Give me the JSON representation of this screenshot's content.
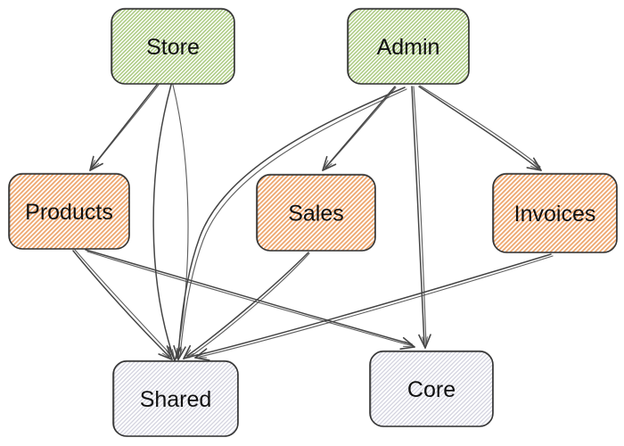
{
  "diagram": {
    "type": "dependency-graph",
    "nodes": [
      {
        "id": "store",
        "label": "Store",
        "group": "feature"
      },
      {
        "id": "admin",
        "label": "Admin",
        "group": "feature"
      },
      {
        "id": "products",
        "label": "Products",
        "group": "domain"
      },
      {
        "id": "sales",
        "label": "Sales",
        "group": "domain"
      },
      {
        "id": "invoices",
        "label": "Invoices",
        "group": "domain"
      },
      {
        "id": "shared",
        "label": "Shared",
        "group": "lib"
      },
      {
        "id": "core",
        "label": "Core",
        "group": "lib"
      }
    ],
    "edges": [
      {
        "from": "store",
        "to": "products"
      },
      {
        "from": "store",
        "to": "shared"
      },
      {
        "from": "admin",
        "to": "sales"
      },
      {
        "from": "admin",
        "to": "invoices"
      },
      {
        "from": "admin",
        "to": "core"
      },
      {
        "from": "admin",
        "to": "shared"
      },
      {
        "from": "products",
        "to": "shared"
      },
      {
        "from": "products",
        "to": "core"
      },
      {
        "from": "sales",
        "to": "shared"
      },
      {
        "from": "invoices",
        "to": "shared"
      }
    ],
    "colors": {
      "background": "#ffffff",
      "feature_hatch": "#a9c97e",
      "domain_hatch": "#eda56c",
      "lib_hatch": "#cfcfdc",
      "node_border": "#333333",
      "edge": "#454545",
      "text": "#111111"
    }
  }
}
